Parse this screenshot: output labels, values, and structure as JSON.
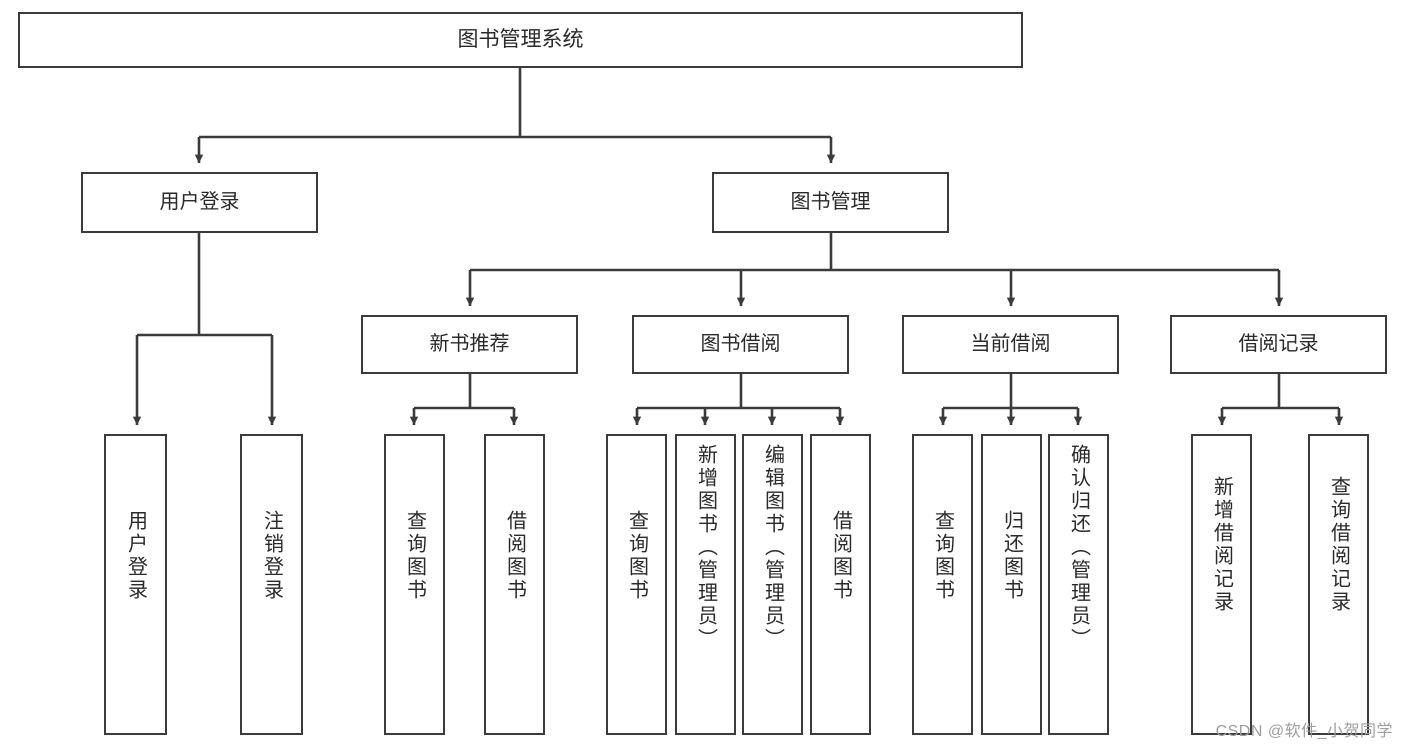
{
  "diagram": {
    "type": "tree-hierarchy",
    "title": "图书管理系统",
    "watermark": "CSDN @软件_小贺同学",
    "colors": {
      "stroke": "#3b3b3b",
      "fill": "#ffffff",
      "text": "#2a2a2a",
      "watermark": "#9d9d9d"
    },
    "nodes": {
      "root": {
        "label": "图书管理系统",
        "level": 1
      },
      "user_login": {
        "label": "用户登录",
        "level": 2
      },
      "book_manage": {
        "label": "图书管理",
        "level": 2
      },
      "new_book_rec": {
        "label": "新书推荐",
        "level": 3
      },
      "book_borrow": {
        "label": "图书借阅",
        "level": 3
      },
      "current_borrow": {
        "label": "当前借阅",
        "level": 3
      },
      "borrow_record": {
        "label": "借阅记录",
        "level": 3
      },
      "leaf_user_login": {
        "label": "用户登录",
        "level": 3
      },
      "leaf_logout": {
        "label": "注销登录",
        "level": 3
      },
      "leaf_query_book_1": {
        "label": "查询图书",
        "level": 4
      },
      "leaf_borrow_book_1": {
        "label": "借阅图书",
        "level": 4
      },
      "leaf_query_book_2": {
        "label": "查询图书",
        "level": 4
      },
      "leaf_add_book": {
        "label": "新增图书（管理员）",
        "level": 4
      },
      "leaf_edit_book": {
        "label": "编辑图书（管理员）",
        "level": 4
      },
      "leaf_borrow_book_2": {
        "label": "借阅图书",
        "level": 4
      },
      "leaf_query_book_3": {
        "label": "查询图书",
        "level": 4
      },
      "leaf_return_book": {
        "label": "归还图书",
        "level": 4
      },
      "leaf_confirm_return": {
        "label": "确认归还（管理员）",
        "level": 4
      },
      "leaf_add_record": {
        "label": "新增借阅记录",
        "level": 4
      },
      "leaf_query_record": {
        "label": "查询借阅记录",
        "level": 4
      }
    },
    "edges": [
      {
        "from": "root",
        "to": "user_login"
      },
      {
        "from": "root",
        "to": "book_manage"
      },
      {
        "from": "user_login",
        "to": "leaf_user_login"
      },
      {
        "from": "user_login",
        "to": "leaf_logout"
      },
      {
        "from": "book_manage",
        "to": "new_book_rec"
      },
      {
        "from": "book_manage",
        "to": "book_borrow"
      },
      {
        "from": "book_manage",
        "to": "current_borrow"
      },
      {
        "from": "book_manage",
        "to": "borrow_record"
      },
      {
        "from": "new_book_rec",
        "to": "leaf_query_book_1"
      },
      {
        "from": "new_book_rec",
        "to": "leaf_borrow_book_1"
      },
      {
        "from": "book_borrow",
        "to": "leaf_query_book_2"
      },
      {
        "from": "book_borrow",
        "to": "leaf_add_book"
      },
      {
        "from": "book_borrow",
        "to": "leaf_edit_book"
      },
      {
        "from": "book_borrow",
        "to": "leaf_borrow_book_2"
      },
      {
        "from": "current_borrow",
        "to": "leaf_query_book_3"
      },
      {
        "from": "current_borrow",
        "to": "leaf_return_book"
      },
      {
        "from": "current_borrow",
        "to": "leaf_confirm_return"
      },
      {
        "from": "borrow_record",
        "to": "leaf_add_record"
      },
      {
        "from": "borrow_record",
        "to": "leaf_query_record"
      }
    ]
  }
}
